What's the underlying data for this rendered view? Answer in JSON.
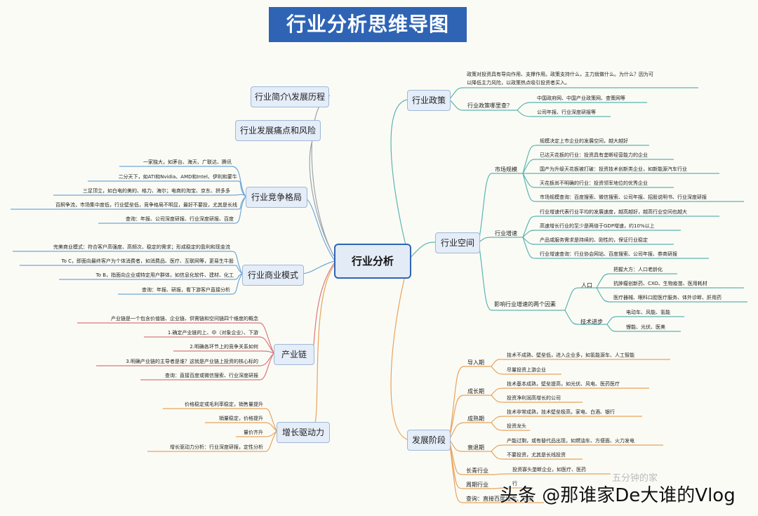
{
  "title": "行业分析思维导图",
  "center": "行业分析",
  "left": {
    "intro": "行业简介\\发展历程",
    "pain": "行业发展痛点和风险",
    "competition": {
      "label": "行业竞争格局",
      "items": [
        "一家独大，如茅台、海天、广联达、腾讯",
        "二分天下，如ATI和Nvidia、AMD和Intel、伊利和蒙牛",
        "三足顶立，如白电的美的、格力、海尔；电商的淘宝、京东、拼多多",
        "百舸争流，市场集中度低，行业壁垒低，竞争格局不明显，最好不要投，尤其是长线",
        "查询：年报、公司深度研报、行业深度研报、百度"
      ]
    },
    "business": {
      "label": "行业商业模式",
      "items": [
        "完美商业模式：符合客户高强度、高频次、稳定的需求；形成稳定的盈利和现金流",
        "To C，即面向最终客户为个体消费者，如消费品、医疗、互联网等，更易生牛股",
        "To B，指面向企业或特定用户群体，如信息化软件、建材、化工",
        "查询：年报、研报，看下游客户直接分析"
      ]
    },
    "chain": {
      "label": "产业链",
      "items": [
        "产业链是一个包含价值链、企业链、供需链和空间链四个维度的概念",
        "1.确定产业链的上、中（对象企业）、下游",
        "2.明确各环节上的竞争关系如何",
        "3.明确产业链的主导者是谁？这就是产业链上投资的核心标的",
        "查询：直接百度或微信搜索、行业深度研报"
      ]
    },
    "growth": {
      "label": "增长驱动力",
      "items": [
        "价格稳定或毛利率稳定，销售量提升",
        "销量稳定，价格提升",
        "量价齐升",
        "增长驱动力分析：行业深度研报，定性分析"
      ]
    }
  },
  "right": {
    "policy": {
      "label": "行业政策",
      "desc": [
        "政策对投资具有导向作用、支撑作用。政策支持什么，主力就做什么。为什么？因为可",
        "以降低主力风险，以政策热点吸引投资者买入。"
      ],
      "where": "行业政策哪里查？",
      "where_items": [
        "中国政府网、中国产业政策网、查策网等",
        "公司年报、行业深度研报等"
      ]
    },
    "space": {
      "label": "行业空间",
      "market": {
        "label": "市场规模",
        "items": [
          "规模决定上市企业的发展空间，越大越好",
          "已达天花板的行业：投资具有垄断经营能力的企业",
          "国产为升级天花板被打破：投资技术创新类企业，如新能源汽车行业",
          "天花板尚不明确的行业：投资领军地位的优秀企业",
          "市场规模查询：百度搜索、微信搜索、公司年报、招股说明书、行业深度研报"
        ]
      },
      "growth_rate": {
        "label": "行业增速",
        "items": [
          "行业增速代表行业平均的发展速度，越高越好，越高行业空间也越大",
          "高速增长行业的至少是两倍于GDP增速，约10%以上",
          "产品或服务需求是持续的、刚性的，保证行业稳定",
          "行业增速查询：行业协会网站、百度搜索、公司年报、券商研报"
        ]
      },
      "factors": {
        "label": "影响行业增速的两个因素",
        "people": {
          "label": "人口",
          "items": [
            "把握大方：人口老龄化",
            "抗肿瘤创新药、CXO、生物疫苗、医用耗材",
            "医疗器械、眼科口腔医疗服务、体外诊断、肝用药"
          ]
        },
        "tech": {
          "label": "技术进步",
          "items": [
            "电动车、风能、氢能",
            "锂能、光伏、医美"
          ]
        }
      }
    },
    "stage": {
      "label": "发展阶段",
      "intro": {
        "label": "导入期",
        "items": [
          "技术不成熟、壁垒低，进入企业多，如氢能源车、人工智能",
          "尽量投资上游企业"
        ]
      },
      "growth": {
        "label": "成长期",
        "items": [
          "技术基本成熟，壁垒提高，如光伏、风电、医药医疗",
          "投资净利润高增长的公司"
        ]
      },
      "mature": {
        "label": "成熟期",
        "items": [
          "技术非常成熟，技术壁垒极高，家电、白酒、银行",
          "投资龙头"
        ]
      },
      "decline": {
        "label": "衰退期",
        "items": [
          "产能过剩，或有替代品出现，如燃油车、方便面、火力发电",
          "不要投资，尤其是长线投资"
        ]
      },
      "evergreen": {
        "label": "长青行业",
        "items": [
          "投资寡头垄断企业，如医疗、医药"
        ]
      },
      "cyclical": {
        "label": "周期行业",
        "items": [
          "行"
        ]
      },
      "query": "查询：直接百度搜索、研报"
    }
  },
  "watermark": "头条 @那谁家De大谁的Vlog",
  "logo": "五分钟的家",
  "colors": {
    "title_bg": "#2f64b5",
    "branch_bg": "#e4edf8",
    "link_blue": "#6fa8d6",
    "link_teal": "#5bb5b0",
    "link_orange": "#e8a35a",
    "link_red": "#d9797a",
    "link_gray": "#9aa3ad"
  }
}
